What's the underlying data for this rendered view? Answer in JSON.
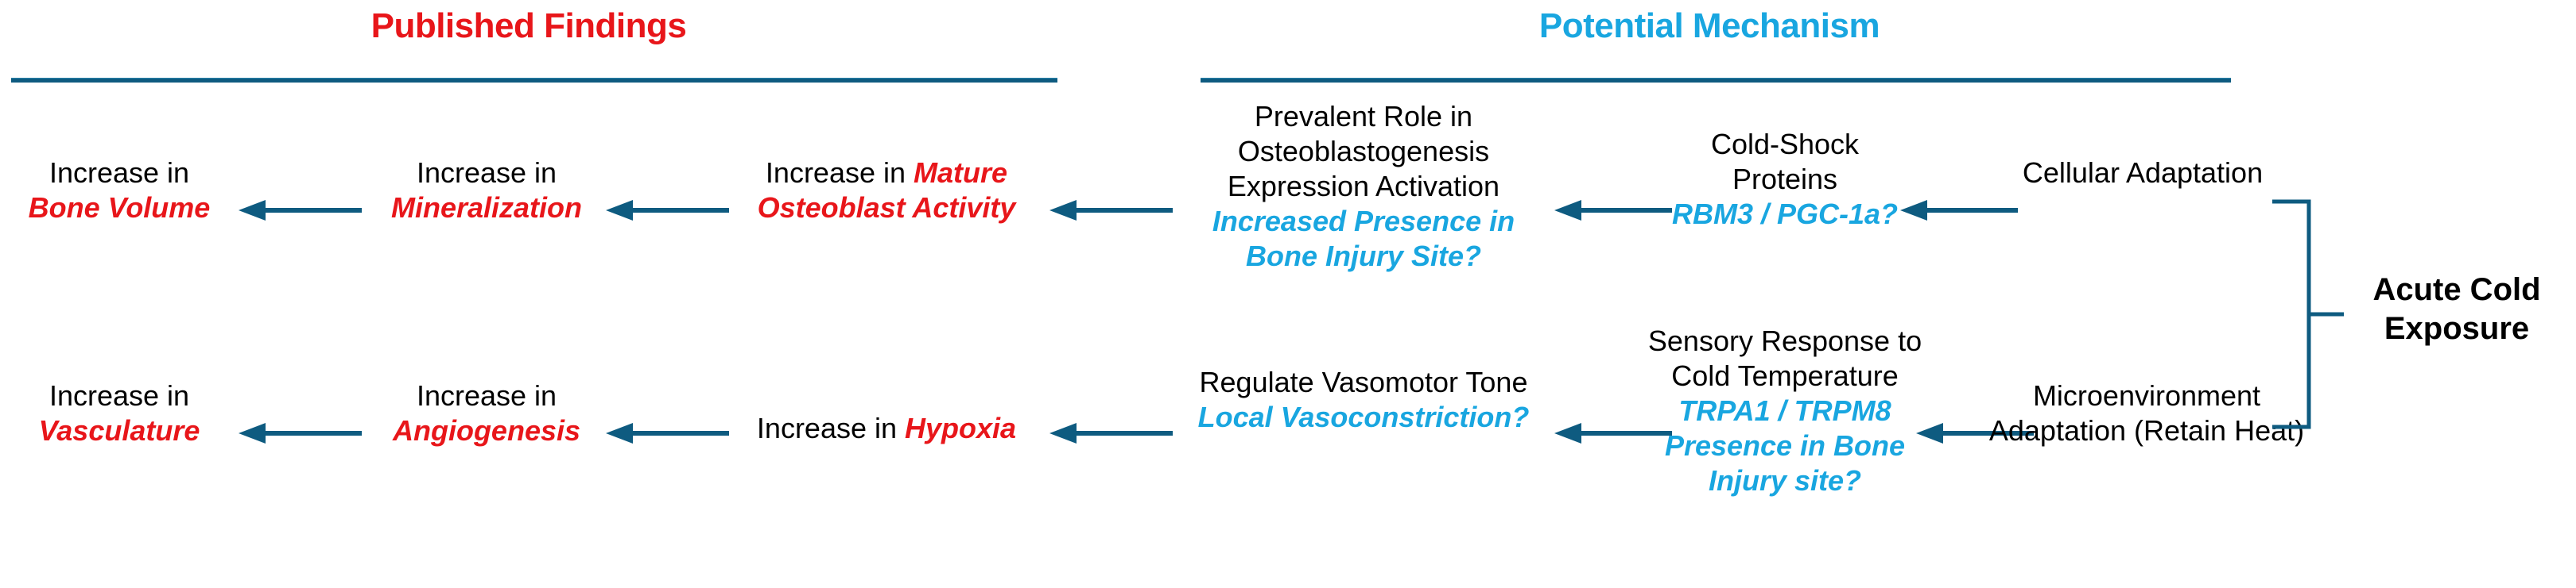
{
  "headers": {
    "left": {
      "title": "Published Findings",
      "color": "#E8161A"
    },
    "right": {
      "title": "Potential Mechanism",
      "color": "#19A6E0"
    }
  },
  "colors": {
    "red_highlight": "#E8161A",
    "blue_highlight": "#19A6E0",
    "arrow": "#0E5B80",
    "rule": "#0E5B80",
    "text": "#000000"
  },
  "diagram": {
    "type": "flowchart",
    "direction": "right-to-left",
    "rows": [
      {
        "id": "osteogenic-pathway",
        "nodes": [
          {
            "id": "bone-volume",
            "plain": "Increase in",
            "red": "Bone Volume",
            "blue": ""
          },
          {
            "id": "mineralization",
            "plain": "Increase in",
            "red": "Mineralization",
            "blue": ""
          },
          {
            "id": "mature-osteoblast-activity",
            "plain": "Increase in ",
            "red": "Mature Osteoblast Activity",
            "blue": ""
          },
          {
            "id": "osteoblastogenesis",
            "plain": "Prevalent Role in Osteoblastogenesis Expression Activation",
            "red": "",
            "blue": "Increased Presence in Bone Injury Site?"
          },
          {
            "id": "cold-shock-proteins",
            "plain": "Cold-Shock Proteins",
            "red": "",
            "blue": "RBM3 / PGC-1a?"
          },
          {
            "id": "cellular-adaptation",
            "plain": "Cellular Adaptation",
            "red": "",
            "blue": ""
          }
        ]
      },
      {
        "id": "vascular-pathway",
        "nodes": [
          {
            "id": "vasculature",
            "plain": "Increase in",
            "red": "Vasculature",
            "blue": ""
          },
          {
            "id": "angiogenesis",
            "plain": "Increase in",
            "red": "Angiogenesis",
            "blue": ""
          },
          {
            "id": "hypoxia",
            "plain": "Increase in ",
            "red": "Hypoxia",
            "blue": ""
          },
          {
            "id": "vasomotor-tone",
            "plain": "Regulate Vasomotor Tone",
            "red": "",
            "blue": "Local Vasoconstriction?"
          },
          {
            "id": "sensory-response",
            "plain": "Sensory Response to Cold Temperature",
            "red": "",
            "blue": "TRPA1 / TRPM8 Presence in Bone Injury site?"
          },
          {
            "id": "microenvironment-adaptation",
            "plain": "Microenvironment Adaptation (Retain Heat)",
            "red": "",
            "blue": ""
          }
        ]
      }
    ],
    "bracket_label": "Acute Cold Exposure",
    "arrow_count": 10,
    "arrow_direction": "left"
  }
}
